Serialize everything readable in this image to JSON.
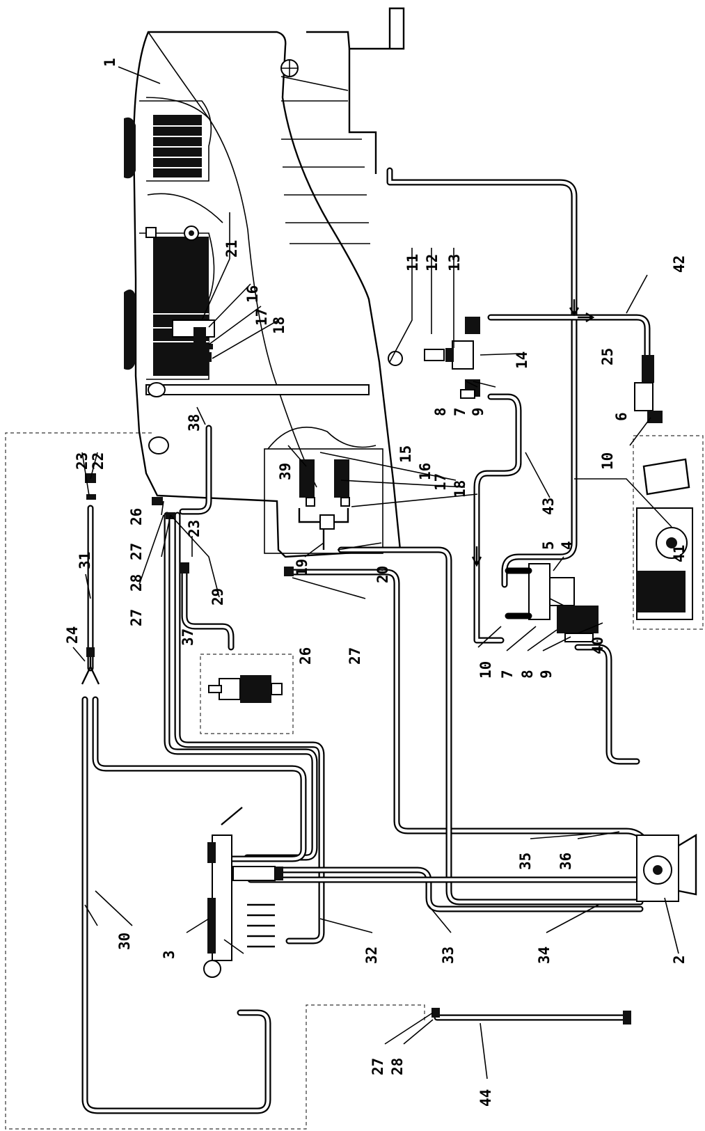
{
  "diagram": {
    "callouts": [
      {
        "id": "c1",
        "text": "1"
      },
      {
        "id": "c2",
        "text": "2"
      },
      {
        "id": "c3",
        "text": "3"
      },
      {
        "id": "c4",
        "text": "4"
      },
      {
        "id": "c5",
        "text": "5"
      },
      {
        "id": "c6",
        "text": "6"
      },
      {
        "id": "c7a",
        "text": "7"
      },
      {
        "id": "c7b",
        "text": "7"
      },
      {
        "id": "c8a",
        "text": "8"
      },
      {
        "id": "c8b",
        "text": "8"
      },
      {
        "id": "c9a",
        "text": "9"
      },
      {
        "id": "c9b",
        "text": "9"
      },
      {
        "id": "c10a",
        "text": "10"
      },
      {
        "id": "c10b",
        "text": "10"
      },
      {
        "id": "c11",
        "text": "11"
      },
      {
        "id": "c12",
        "text": "12"
      },
      {
        "id": "c13",
        "text": "13"
      },
      {
        "id": "c14",
        "text": "14"
      },
      {
        "id": "c15",
        "text": "15"
      },
      {
        "id": "c16a",
        "text": "16"
      },
      {
        "id": "c16b",
        "text": "16"
      },
      {
        "id": "c17a",
        "text": "17"
      },
      {
        "id": "c17b",
        "text": "17"
      },
      {
        "id": "c18a",
        "text": "18"
      },
      {
        "id": "c18b",
        "text": "18"
      },
      {
        "id": "c19",
        "text": "19"
      },
      {
        "id": "c20",
        "text": "20"
      },
      {
        "id": "c21",
        "text": "21"
      },
      {
        "id": "c22",
        "text": "22"
      },
      {
        "id": "c23a",
        "text": "23"
      },
      {
        "id": "c23b",
        "text": "23"
      },
      {
        "id": "c24",
        "text": "24"
      },
      {
        "id": "c25",
        "text": "25"
      },
      {
        "id": "c26a",
        "text": "26"
      },
      {
        "id": "c26b",
        "text": "26"
      },
      {
        "id": "c27a",
        "text": "27"
      },
      {
        "id": "c27b",
        "text": "27"
      },
      {
        "id": "c27c",
        "text": "27"
      },
      {
        "id": "c27d",
        "text": "27"
      },
      {
        "id": "c28a",
        "text": "28"
      },
      {
        "id": "c28b",
        "text": "28"
      },
      {
        "id": "c29",
        "text": "29"
      },
      {
        "id": "c30",
        "text": "30"
      },
      {
        "id": "c31",
        "text": "31"
      },
      {
        "id": "c32",
        "text": "32"
      },
      {
        "id": "c33",
        "text": "33"
      },
      {
        "id": "c34",
        "text": "34"
      },
      {
        "id": "c35",
        "text": "35"
      },
      {
        "id": "c36",
        "text": "36"
      },
      {
        "id": "c37",
        "text": "37"
      },
      {
        "id": "c38",
        "text": "38"
      },
      {
        "id": "c39",
        "text": "39"
      },
      {
        "id": "c40",
        "text": "40"
      },
      {
        "id": "c41",
        "text": "41"
      },
      {
        "id": "c42",
        "text": "42"
      },
      {
        "id": "c43",
        "text": "43"
      },
      {
        "id": "c44",
        "text": "44"
      }
    ]
  }
}
